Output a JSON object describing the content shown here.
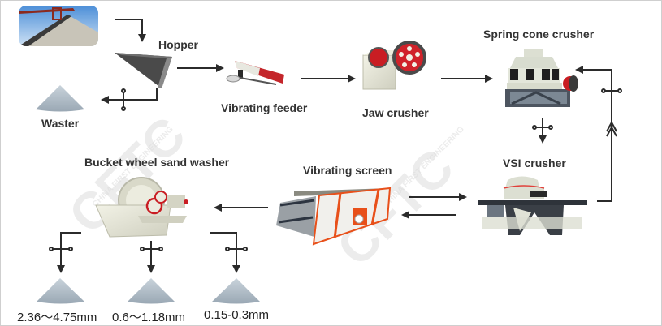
{
  "diagram": {
    "title": "Sand production line flow",
    "nodes": {
      "raw_material": {
        "label": ""
      },
      "hopper": {
        "label": "Hopper"
      },
      "waster": {
        "label": "Waster"
      },
      "vibrating_feeder": {
        "label": "Vibrating feeder"
      },
      "jaw_crusher": {
        "label": "Jaw crusher"
      },
      "spring_cone_crusher": {
        "label": "Spring cone crusher"
      },
      "vsi_crusher": {
        "label": "VSI crusher"
      },
      "vibrating_screen": {
        "label": "Vibrating screen"
      },
      "bucket_wheel_sand_washer": {
        "label": "Bucket wheel sand washer"
      }
    },
    "products": [
      {
        "label": "2.36～4.75mm"
      },
      {
        "label": "0.6～1.18mm"
      },
      {
        "label": "0.15-0.3mm"
      }
    ],
    "edges": [
      {
        "from": "raw_material",
        "to": "hopper"
      },
      {
        "from": "hopper",
        "to": "vibrating_feeder"
      },
      {
        "from": "hopper",
        "to": "waster"
      },
      {
        "from": "vibrating_feeder",
        "to": "jaw_crusher"
      },
      {
        "from": "jaw_crusher",
        "to": "spring_cone_crusher"
      },
      {
        "from": "spring_cone_crusher",
        "to": "vsi_crusher"
      },
      {
        "from": "vsi_crusher",
        "to": "spring_cone_crusher"
      },
      {
        "from": "vsi_crusher",
        "to": "vibrating_screen"
      },
      {
        "from": "vibrating_screen",
        "to": "vsi_crusher"
      },
      {
        "from": "vibrating_screen",
        "to": "bucket_wheel_sand_washer"
      },
      {
        "from": "bucket_wheel_sand_washer",
        "to": "product_0"
      },
      {
        "from": "bucket_wheel_sand_washer",
        "to": "product_1"
      },
      {
        "from": "bucket_wheel_sand_washer",
        "to": "product_2"
      }
    ],
    "watermark": {
      "logo": "CFTC",
      "text": "CHINA FIRST ENGINEERING"
    },
    "colors": {
      "arrow": "#2b2b2b",
      "machine_red": "#d62828",
      "screen_orange": "#e8501a",
      "machine_cream": "#e6e6d6",
      "pile_blue_gray": "#b8c3cc"
    }
  }
}
